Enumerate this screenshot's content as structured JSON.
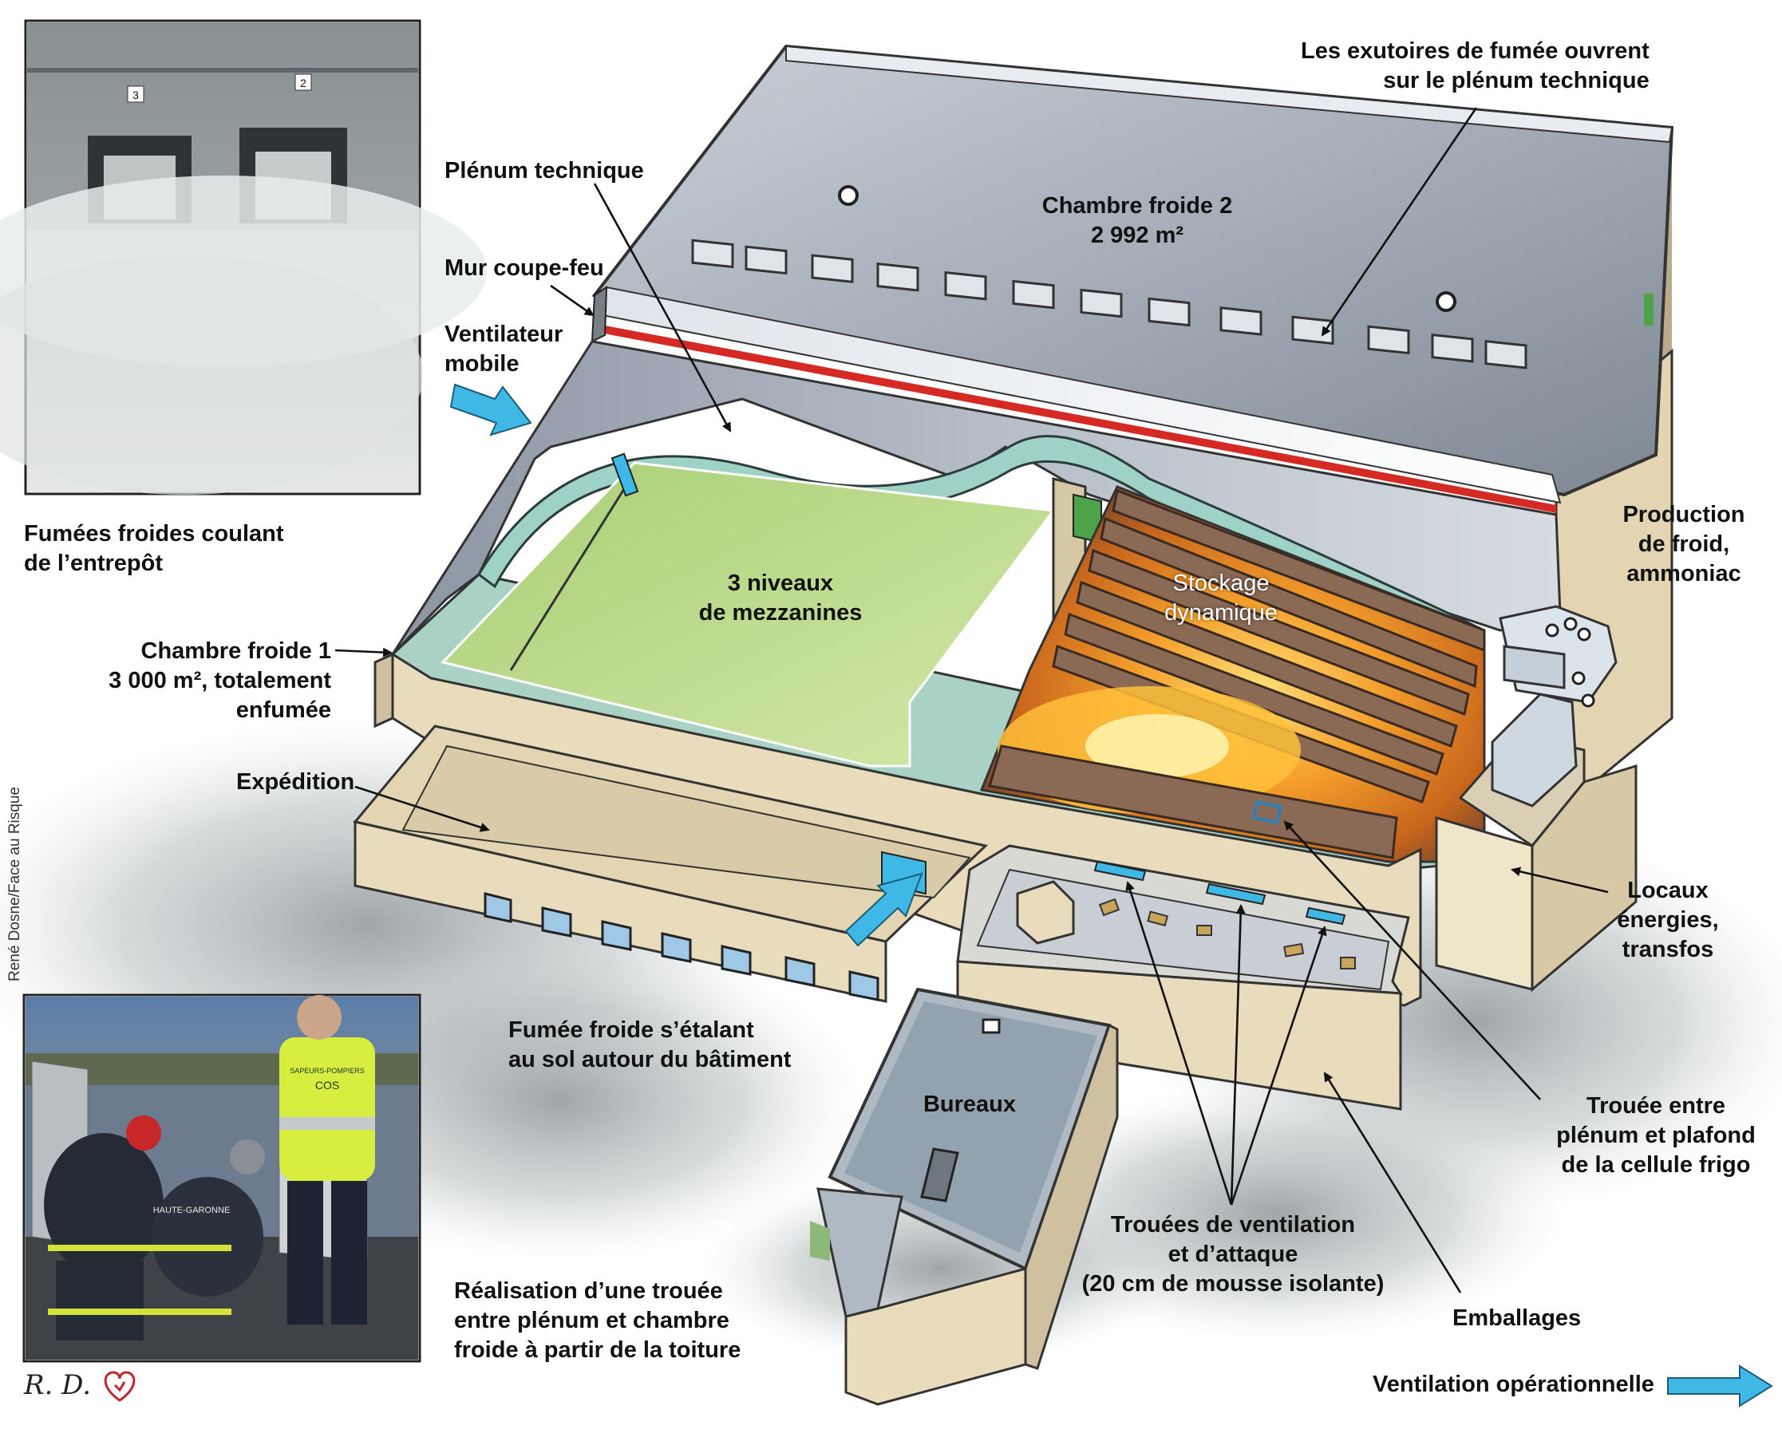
{
  "labels": {
    "exutoires": [
      "Les exutoires de fumée ouvrent",
      "sur le plénum technique"
    ],
    "plenum": "Plénum technique",
    "mur_coupe_feu": "Mur coupe-feu",
    "ventilateur": [
      "Ventilateur",
      "mobile"
    ],
    "chambre2": [
      "Chambre froide 2",
      "2 992 m²"
    ],
    "fumees_froides_coulant": [
      "Fumées froides coulant",
      "de l’entrepôt"
    ],
    "mezzanines": [
      "3 niveaux",
      "de mezzanines"
    ],
    "stockage": [
      "Stockage",
      "dynamique"
    ],
    "production_froid": [
      "Production",
      "de froid,",
      "ammoniac"
    ],
    "chambre1": [
      "Chambre froide 1",
      "3 000 m², totalement",
      "enfumée"
    ],
    "expedition": "Expédition",
    "locaux_energies": [
      "Locaux",
      "énergies,",
      "transfos"
    ],
    "fumee_etalant": [
      "Fumée froide s’étalant",
      "au sol autour du bâtiment"
    ],
    "bureaux": "Bureaux",
    "trouee_plenum": [
      "Trouée entre",
      "plénum et plafond",
      "de la cellule frigo"
    ],
    "trouees_ventilation": [
      "Trouées de ventilation",
      "et d’attaque",
      "(20 cm de mousse isolante)"
    ],
    "realisation": [
      "Réalisation d’une trouée",
      "entre plénum et chambre",
      "froide à partir de la toiture"
    ],
    "emballages": "Emballages",
    "ventilation_operationnelle": "Ventilation opérationnelle"
  },
  "photo_top": {
    "door_numbers": [
      "3",
      "2"
    ]
  },
  "photo_bottom": {
    "vest_text": [
      "SAPEURS-POMPIERS",
      "COS"
    ],
    "jacket_text": "HAUTE-GARONNE"
  },
  "credit": "René Dosne/Face au Risque",
  "signature": "R. D.",
  "colors": {
    "roof": "#9ea7b2",
    "wall": "#e9dcbd",
    "interior_wall": "#c9dccf",
    "mezzanine": "#bcd98f",
    "storage_wood": "#8a6a55",
    "fire": "#f3a233",
    "firewall_red": "#d42a23",
    "arrow_blue": "#3fb8e6",
    "smoke": "#a8b0b2"
  }
}
